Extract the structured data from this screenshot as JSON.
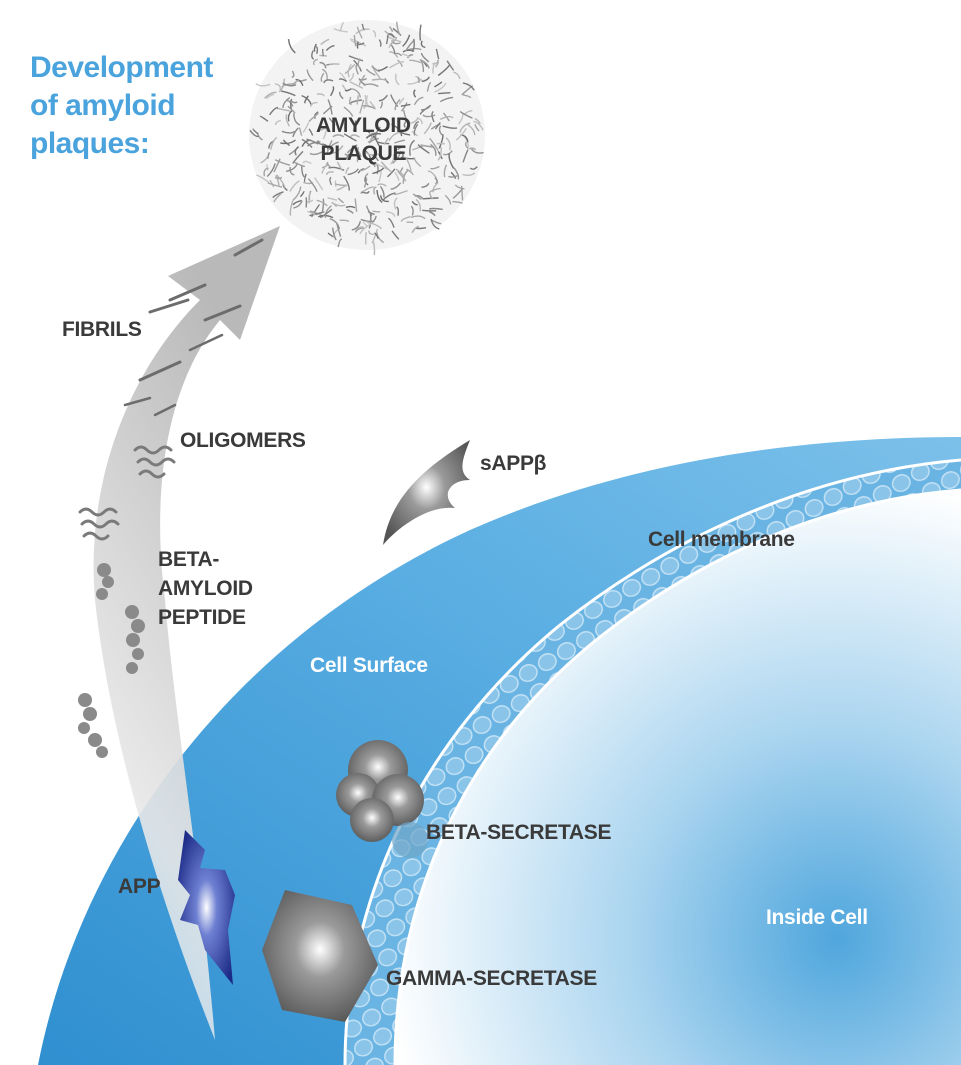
{
  "title": {
    "lines": [
      "Development",
      "of amyloid",
      "plaques:"
    ]
  },
  "labels": {
    "amyloid_plaque": [
      "AMYLOID",
      "PLAQUE"
    ],
    "fibrils": "FIBRILS",
    "oligomers": "OLIGOMERS",
    "beta_amyloid_peptide": [
      "BETA-",
      "AMYLOID",
      "PEPTIDE"
    ],
    "sappb": "sAPPβ",
    "cell_membrane": "Cell membrane",
    "cell_surface": "Cell Surface",
    "beta_secretase": "BETA-SECRETASE",
    "app": "APP",
    "inside_cell": "Inside Cell",
    "gamma_secretase": "GAMMA-SECRETASE"
  },
  "colors": {
    "title": "#4aa3dc",
    "cell_surface": "#3d9bd6",
    "membrane": "#6bb6e4",
    "app": "#1e2f8c",
    "enzyme": "#7a7a7a",
    "arrow": "#bdbdbd"
  }
}
